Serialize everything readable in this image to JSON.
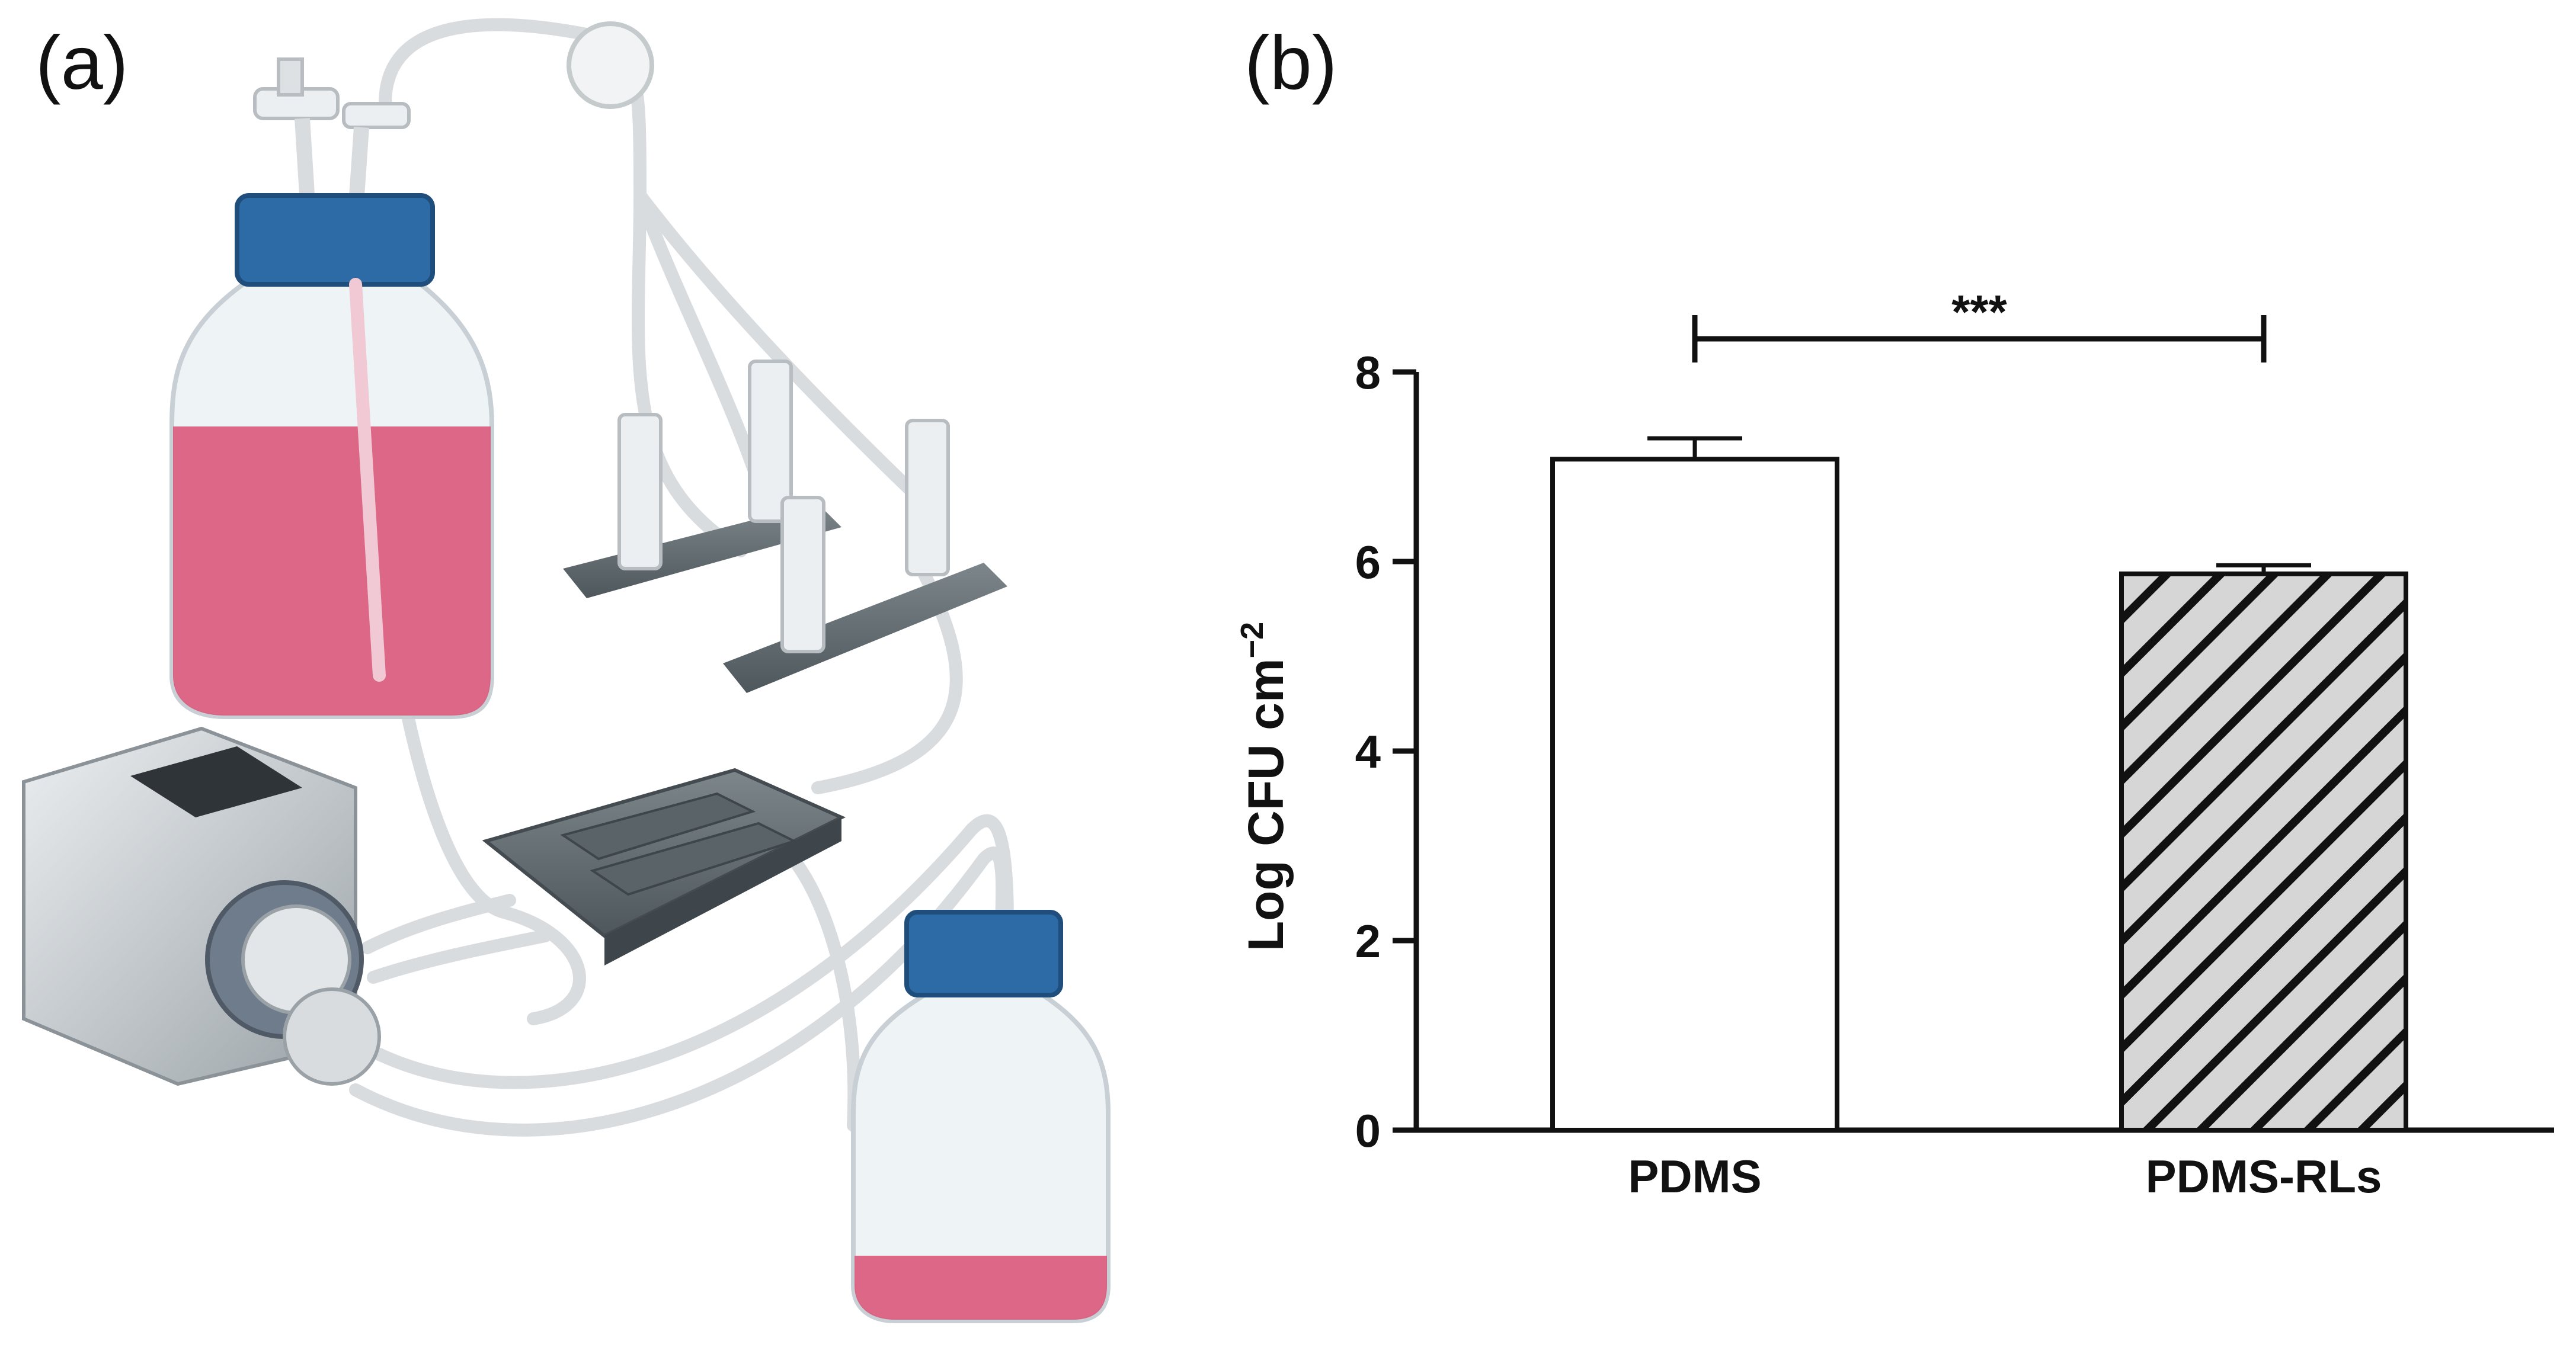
{
  "panels": {
    "a_label": "(a)",
    "b_label": "(b)"
  },
  "colors": {
    "medium": "#d9587a",
    "cap": "#2d6ba6",
    "plate": "#6b7479",
    "tube": "#e6e8ea",
    "glass": "#eef3f6"
  },
  "icons": [
    "media-bottle",
    "air-filter",
    "syringe-bubble-trap",
    "peristaltic-pump",
    "parallel-plate-flow-chamber",
    "waste-bottle"
  ],
  "chart_data": {
    "type": "bar",
    "categories": [
      "PDMS",
      "PDMS-RLs"
    ],
    "values": [
      7.08,
      5.87
    ],
    "errors": [
      0.22,
      0.09
    ],
    "patterns": [
      "none",
      "diagonal-hatch"
    ],
    "ylabel": "Log CFU cm",
    "ylabel_superscript": "−2",
    "ylim": [
      0,
      8
    ],
    "yticks": [
      "0",
      "2",
      "4",
      "6",
      "8"
    ],
    "significance": {
      "label": "***",
      "between": [
        "PDMS",
        "PDMS-RLs"
      ],
      "y": 8.35
    },
    "grid": false
  }
}
